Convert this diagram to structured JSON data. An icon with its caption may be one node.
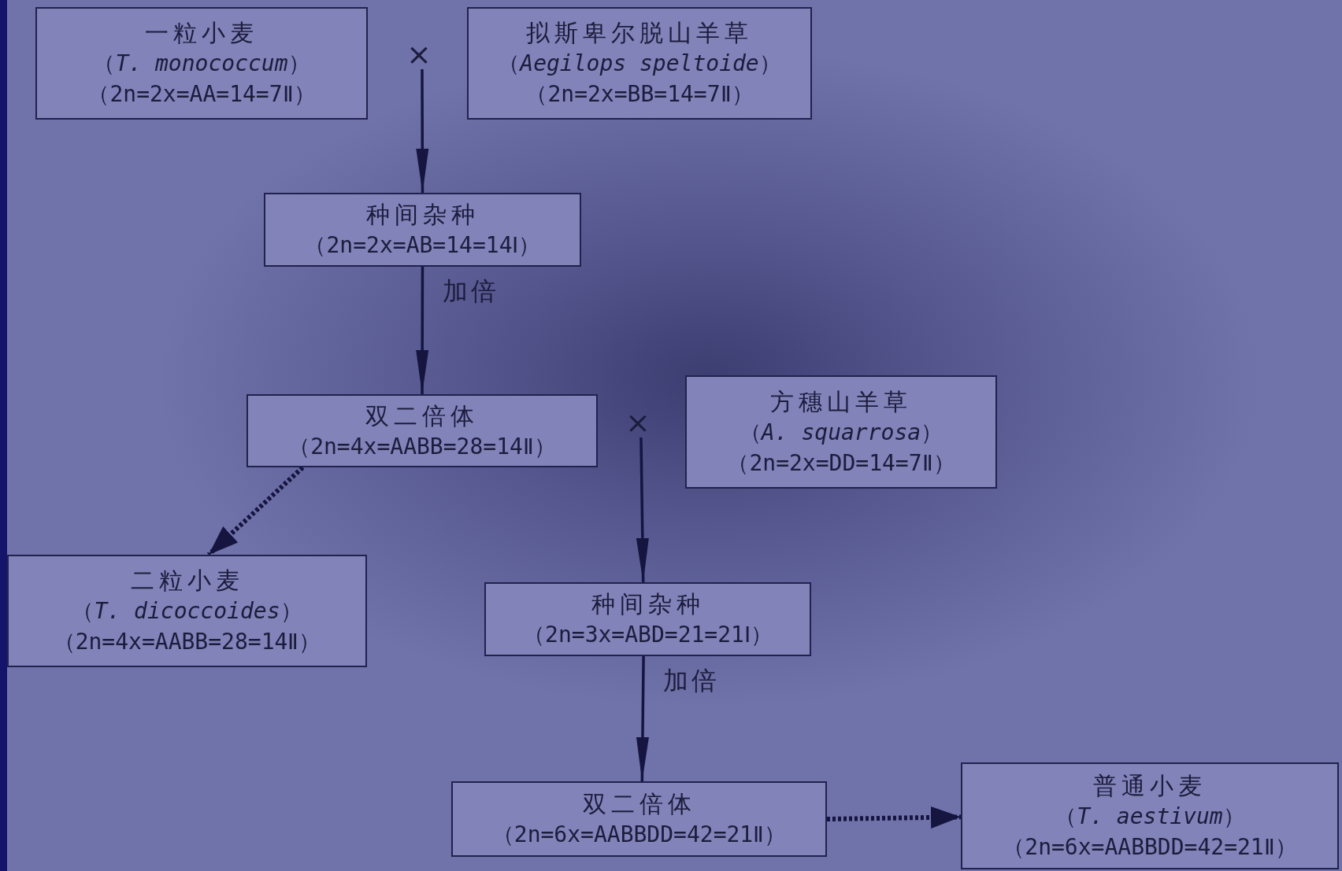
{
  "diagram": {
    "nodes": [
      {
        "text": [
          "一粒小麦",
          "（*T. monococcum*）",
          "（2n=2x=AA=14=7Ⅱ）"
        ]
      },
      {
        "text": [
          "×"
        ]
      },
      {
        "text": [
          "拟斯卑尔脱山羊草",
          "（*Aegilops speltoide*）",
          "（2n=2x=BB=14=7Ⅱ）"
        ]
      },
      {
        "text": [
          "种间杂种",
          "（2n=2x=AB=14=14Ⅰ）"
        ]
      },
      {
        "text": [
          "双二倍体",
          "（2n=4x=AABB=28=14Ⅱ）"
        ]
      },
      {
        "text": [
          "×"
        ]
      },
      {
        "text": [
          "方穗山羊草",
          "（*A. squarrosa*）",
          "（2n=2x=DD=14=7Ⅱ）"
        ]
      },
      {
        "text": [
          "二粒小麦",
          "（*T. dicoccoides*）",
          "（2n=4x=AABB=28=14Ⅱ）"
        ]
      },
      {
        "text": [
          "种间杂种",
          "（2n=3x=ABD=21=21Ⅰ）"
        ]
      },
      {
        "text": [
          "双二倍体",
          "（2n=6x=AABBDD=42=21Ⅱ）"
        ]
      },
      {
        "text": [
          "普通小麦",
          "（*T. aestivum*）",
          "（2n=6x=AABBDD=42=21Ⅱ）"
        ]
      }
    ],
    "edges": [
      {
        "from": 1,
        "to": 3,
        "arrow": "to"
      },
      {
        "from": 3,
        "to": 4,
        "arrow": "to",
        "label": "加倍"
      },
      {
        "from": 4,
        "to": 7,
        "arrow": "to",
        "style": "dashed"
      },
      {
        "from": 5,
        "to": 8,
        "arrow": "to"
      },
      {
        "from": 8,
        "to": 9,
        "arrow": "to",
        "label": "加倍"
      },
      {
        "from": 9,
        "to": 10,
        "arrow": "to",
        "style": "dashed"
      }
    ]
  }
}
